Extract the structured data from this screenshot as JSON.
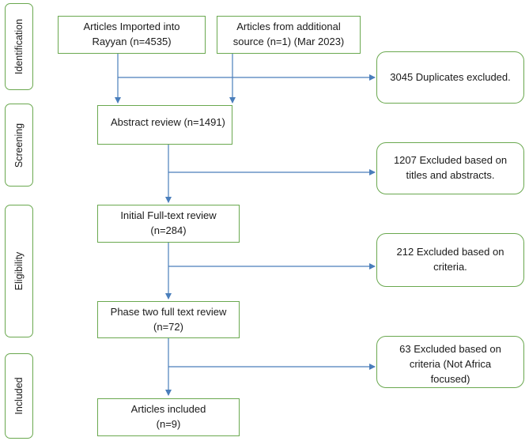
{
  "stages": {
    "identification": "Identification",
    "screening": "Screening",
    "eligibility": "Eligibility",
    "included": "Included"
  },
  "boxes": {
    "imported": "Articles Imported into\nRayyan (n=4535)",
    "additional": "Articles from additional\nsource (n=1) (Mar 2023)",
    "abstract_review": "Abstract review (n=1491)",
    "initial_fulltext": "Initial Full-text review\n(n=284)",
    "phase_two": "Phase two full text review\n(n=72)",
    "included": "Articles included\n(n=9)"
  },
  "exclusions": {
    "duplicates": "3045 Duplicates excluded.",
    "titles_abstracts": "1207 Excluded based on\ntitles and abstracts.",
    "criteria": "212 Excluded based on\ncriteria.",
    "not_africa": "63 Excluded based on\ncriteria (Not Africa\nfocused)"
  },
  "colors": {
    "box_border": "#6aa84f",
    "arrow": "#4a7ebb"
  }
}
